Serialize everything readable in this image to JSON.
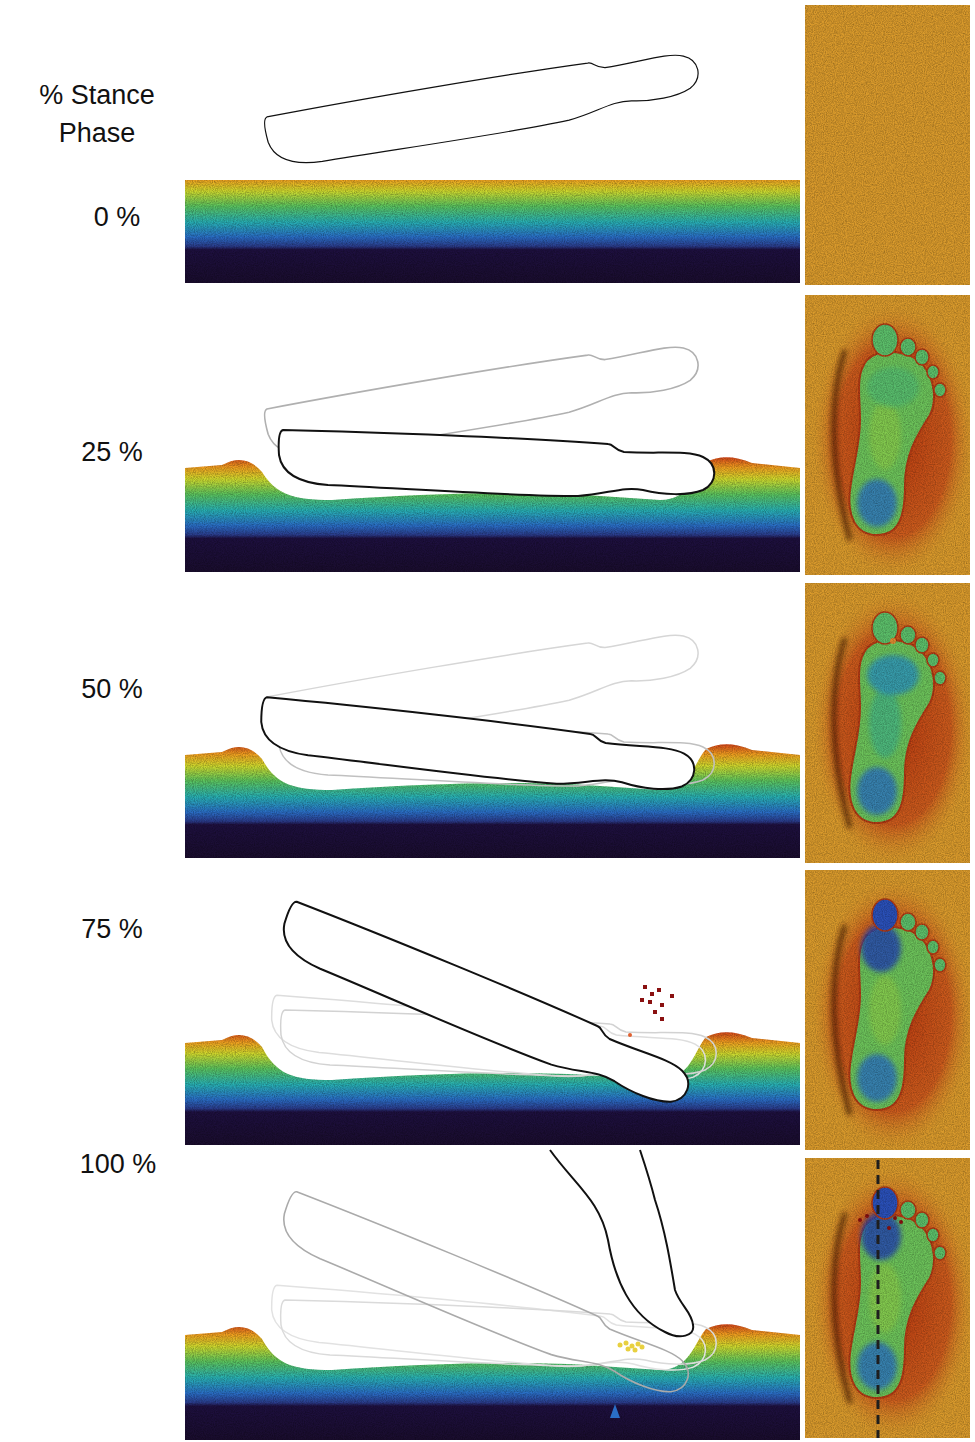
{
  "diagram": {
    "labels": [
      "% Stance Phase",
      "0 %",
      "25 %",
      "50 %",
      "75 %",
      "100 %"
    ]
  }
}
